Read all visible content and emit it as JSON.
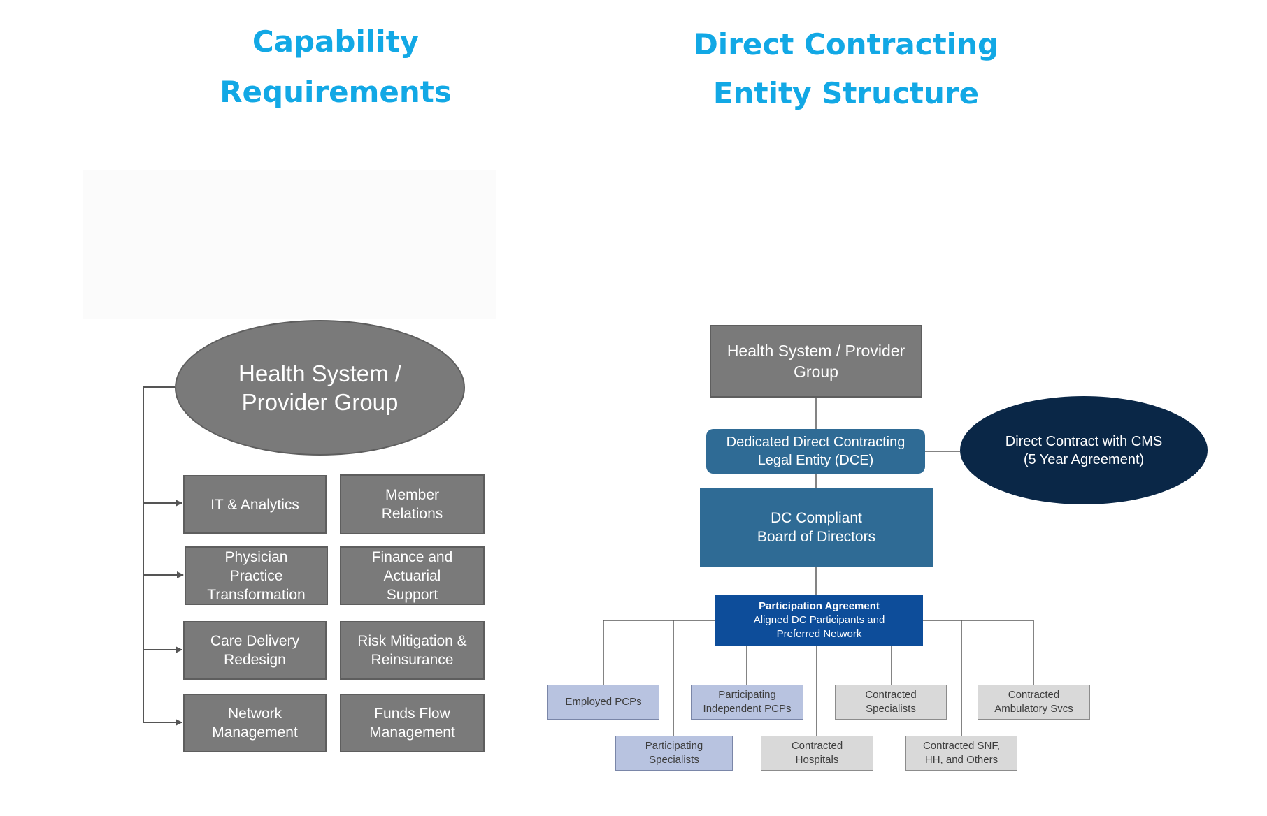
{
  "left_panel": {
    "title_line1": "Capability",
    "title_line2": "Requirements",
    "root": "Health System /\nProvider Group",
    "capabilities": {
      "it_analytics": "IT & Analytics",
      "member_relations": "Member\nRelations",
      "physician_practice": "Physician\nPractice\nTransformation",
      "finance_actuarial": "Finance and\nActuarial\nSupport",
      "care_delivery": "Care Delivery\nRedesign",
      "risk_mitigation": "Risk Mitigation &\nReinsurance",
      "network_management": "Network\nManagement",
      "funds_flow": "Funds Flow\nManagement"
    }
  },
  "right_panel": {
    "title_line1": "Direct Contracting",
    "title_line2": "Entity Structure",
    "root": "Health System / Provider\nGroup",
    "dce": "Dedicated Direct Contracting\nLegal Entity (DCE)",
    "cms_contract": "Direct Contract with CMS\n(5 Year Agreement)",
    "board": "DC Compliant\nBoard of Directors",
    "participation_title": "Participation  Agreement",
    "participation_body": "Aligned DC Participants and\nPreferred Network",
    "leaves": {
      "employed_pcps": "Employed PCPs",
      "participating_specialists": "Participating\nSpecialists",
      "participating_independent_pcps": "Participating\nIndependent PCPs",
      "contracted_hospitals": "Contracted\nHospitals",
      "contracted_specialists": "Contracted\nSpecialists",
      "contracted_snf": "Contracted SNF,\nHH, and Others",
      "contracted_ambulatory": "Contracted\nAmbulatory Svcs"
    }
  },
  "colors": {
    "title": "#12a8e5",
    "capability_gray": "#7a7a7a",
    "entity_blue": "#2f6b95",
    "cms_navy": "#0a2747",
    "agreement_blue": "#0d4d9a",
    "participant_lavender": "#b8c3e0",
    "contracted_gray": "#d9d9d9"
  }
}
